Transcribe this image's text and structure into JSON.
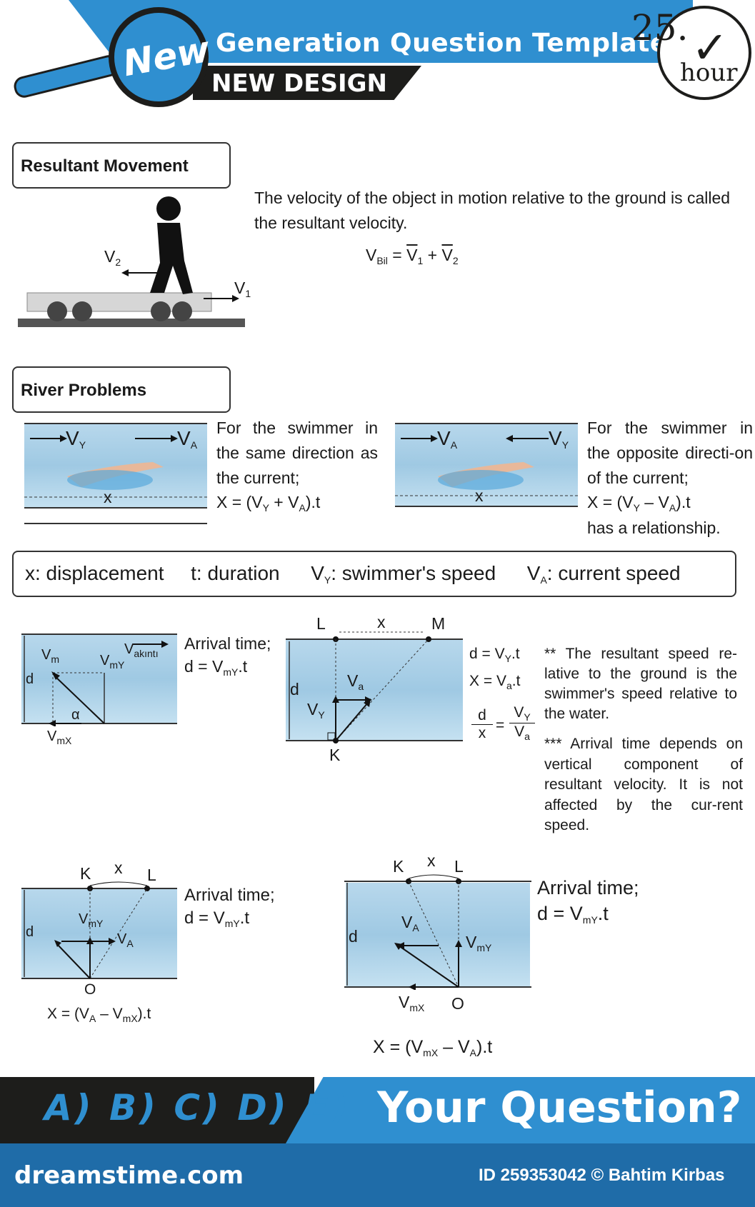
{
  "header": {
    "badge": "New",
    "title": "Generation Question Template",
    "subtitle": "NEW DESIGN",
    "clock_number": "25.",
    "clock_unit": "hour"
  },
  "resultant": {
    "label": "Resultant Movement",
    "text": "The velocity of the object in motion relative to the ground is called the resultant velocity.",
    "formula_lhs": "V",
    "formula_lhs_sub": "Bil",
    "v2": "V",
    "v2_sub": "2",
    "v1": "V",
    "v1_sub": "1",
    "formula_1": "V",
    "formula_1_sub": "1",
    "formula_2": "V",
    "formula_2_sub": "2"
  },
  "river": {
    "label": "River Problems",
    "same": {
      "text": "For the swimmer in the same direction as the current;",
      "vy": "V",
      "vy_sub": "Y",
      "va": "V",
      "va_sub": "A",
      "x": "x",
      "formula": "X = (V",
      "formula_sub1": "Y",
      "formula_mid": " + V",
      "formula_sub2": "A",
      "formula_end": ").t"
    },
    "opposite": {
      "text": "For the swimmer in the opposite directi-on of the current;",
      "va": "V",
      "va_sub": "A",
      "vy": "V",
      "vy_sub": "Y",
      "x": "x",
      "formula": "X = (V",
      "formula_sub1": "Y",
      "formula_mid": " – V",
      "formula_sub2": "A",
      "formula_end": ").t",
      "tail": "has a relationship."
    }
  },
  "definitions": {
    "x": "x: displacement",
    "t": "t: duration",
    "vy": "V",
    "vy_sub": "Y",
    "vy_text": ": swimmer's speed",
    "va": "V",
    "va_sub": "A",
    "va_text": ": current speed"
  },
  "diagram1": {
    "arrival": "Arrival time;",
    "formula": "d = V",
    "formula_sub": "mY",
    "formula_end": ".t",
    "vm": "V",
    "vm_sub": "m",
    "vmy": "V",
    "vmy_sub": "mY",
    "vak": "V",
    "vak_sub": "akıntı",
    "d": "d",
    "alpha": "α",
    "vmx": "V",
    "vmx_sub": "mX"
  },
  "diagram2": {
    "L": "L",
    "M": "M",
    "x": "x",
    "K": "K",
    "d": "d",
    "va": "V",
    "va_sub": "a",
    "vy": "V",
    "vy_sub": "Y",
    "f1": "d = V",
    "f1_sub": "Y",
    "f1_end": ".t",
    "f2": "X = V",
    "f2_sub": "a",
    "f2_end": ".t",
    "frac_d": "d",
    "frac_x": "x",
    "frac_vy": "V",
    "frac_vy_sub": "Y",
    "frac_va": "V",
    "frac_va_sub": "a",
    "note1": "** The resultant speed re-lative to the ground is the swimmer's speed relative to the water.",
    "note2": "*** Arrival time depends on vertical component of resultant velocity. It is not affected by the cur-rent speed."
  },
  "diagram3": {
    "K": "K",
    "x": "x",
    "L": "L",
    "d": "d",
    "O": "O",
    "vmy": "V",
    "vmy_sub": "mY",
    "va": "V",
    "va_sub": "A",
    "arrival": "Arrival time;",
    "formula": "d = V",
    "formula_sub": "mY",
    "formula_end": ".t",
    "xf": "X = (V",
    "xf_sub1": "A",
    "xf_mid": " – V",
    "xf_sub2": "mX",
    "xf_end": ").t"
  },
  "diagram4": {
    "K": "K",
    "x": "x",
    "L": "L",
    "d": "d",
    "O": "O",
    "va": "V",
    "va_sub": "A",
    "vmy": "V",
    "vmy_sub": "mY",
    "vmx": "V",
    "vmx_sub": "mX",
    "arrival": "Arrival time;",
    "formula": "d = V",
    "formula_sub": "mY",
    "formula_end": ".t",
    "xf": "X = (V",
    "xf_sub1": "mX",
    "xf_mid": " – V",
    "xf_sub2": "A",
    "xf_end": ").t"
  },
  "footer": {
    "options": "A) B) C) D) E)",
    "question": "Your Question?",
    "brand": "dreamstime.com",
    "credit": "ID 259353042 © Bahtim Kirbas"
  },
  "colors": {
    "accent": "#2f8fd0",
    "dark": "#1d1d1b",
    "water": "#a9d0e8"
  }
}
